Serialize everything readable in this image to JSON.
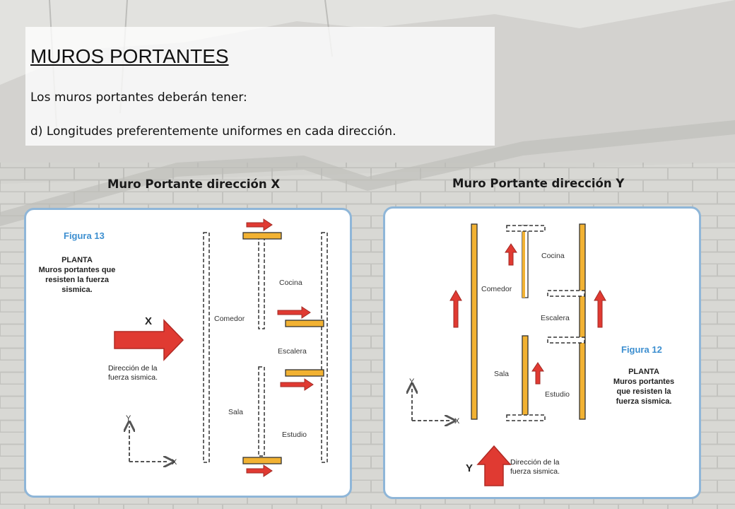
{
  "slide": {
    "title": "MUROS PORTANTES",
    "intro": "Los muros portantes deberán tener:",
    "point_d": "d) Longitudes preferentemente uniformes en cada dirección."
  },
  "captions": {
    "x": "Muro Portante dirección X",
    "y": "Muro Portante dirección Y"
  },
  "figure_x": {
    "figure_label": "Figura 13",
    "heading": "PLANTA",
    "desc_lines": [
      "Muros portantes que",
      "resisten la fuerza",
      "sismica."
    ],
    "force_letter": "X",
    "force_desc_lines": [
      "Dirección de la",
      "fuerza sismica."
    ],
    "rooms": {
      "comedor": "Comedor",
      "cocina": "Cocina",
      "escalera": "Escalera",
      "sala": "Sala",
      "estudio": "Estudio"
    },
    "axis": {
      "y": "Y",
      "x": "X"
    }
  },
  "figure_y": {
    "figure_label": "Figura 12",
    "heading": "PLANTA",
    "desc_lines": [
      "Muros portantes",
      "que resisten la",
      "fuerza sismica."
    ],
    "force_letter": "Y",
    "force_desc_lines": [
      "Dirección de la",
      "fuerza sismica."
    ],
    "rooms": {
      "cocina": "Cocina",
      "comedor": "Comedor",
      "escalera": "Escalera",
      "sala": "Sala",
      "estudio": "Estudio"
    },
    "axis": {
      "y": "Y",
      "x": "X"
    }
  },
  "colors": {
    "wall": "#f2b233",
    "arrow": "#e03a32",
    "figure_label": "#3d8fd0",
    "panel_border": "#8fb6d8"
  }
}
